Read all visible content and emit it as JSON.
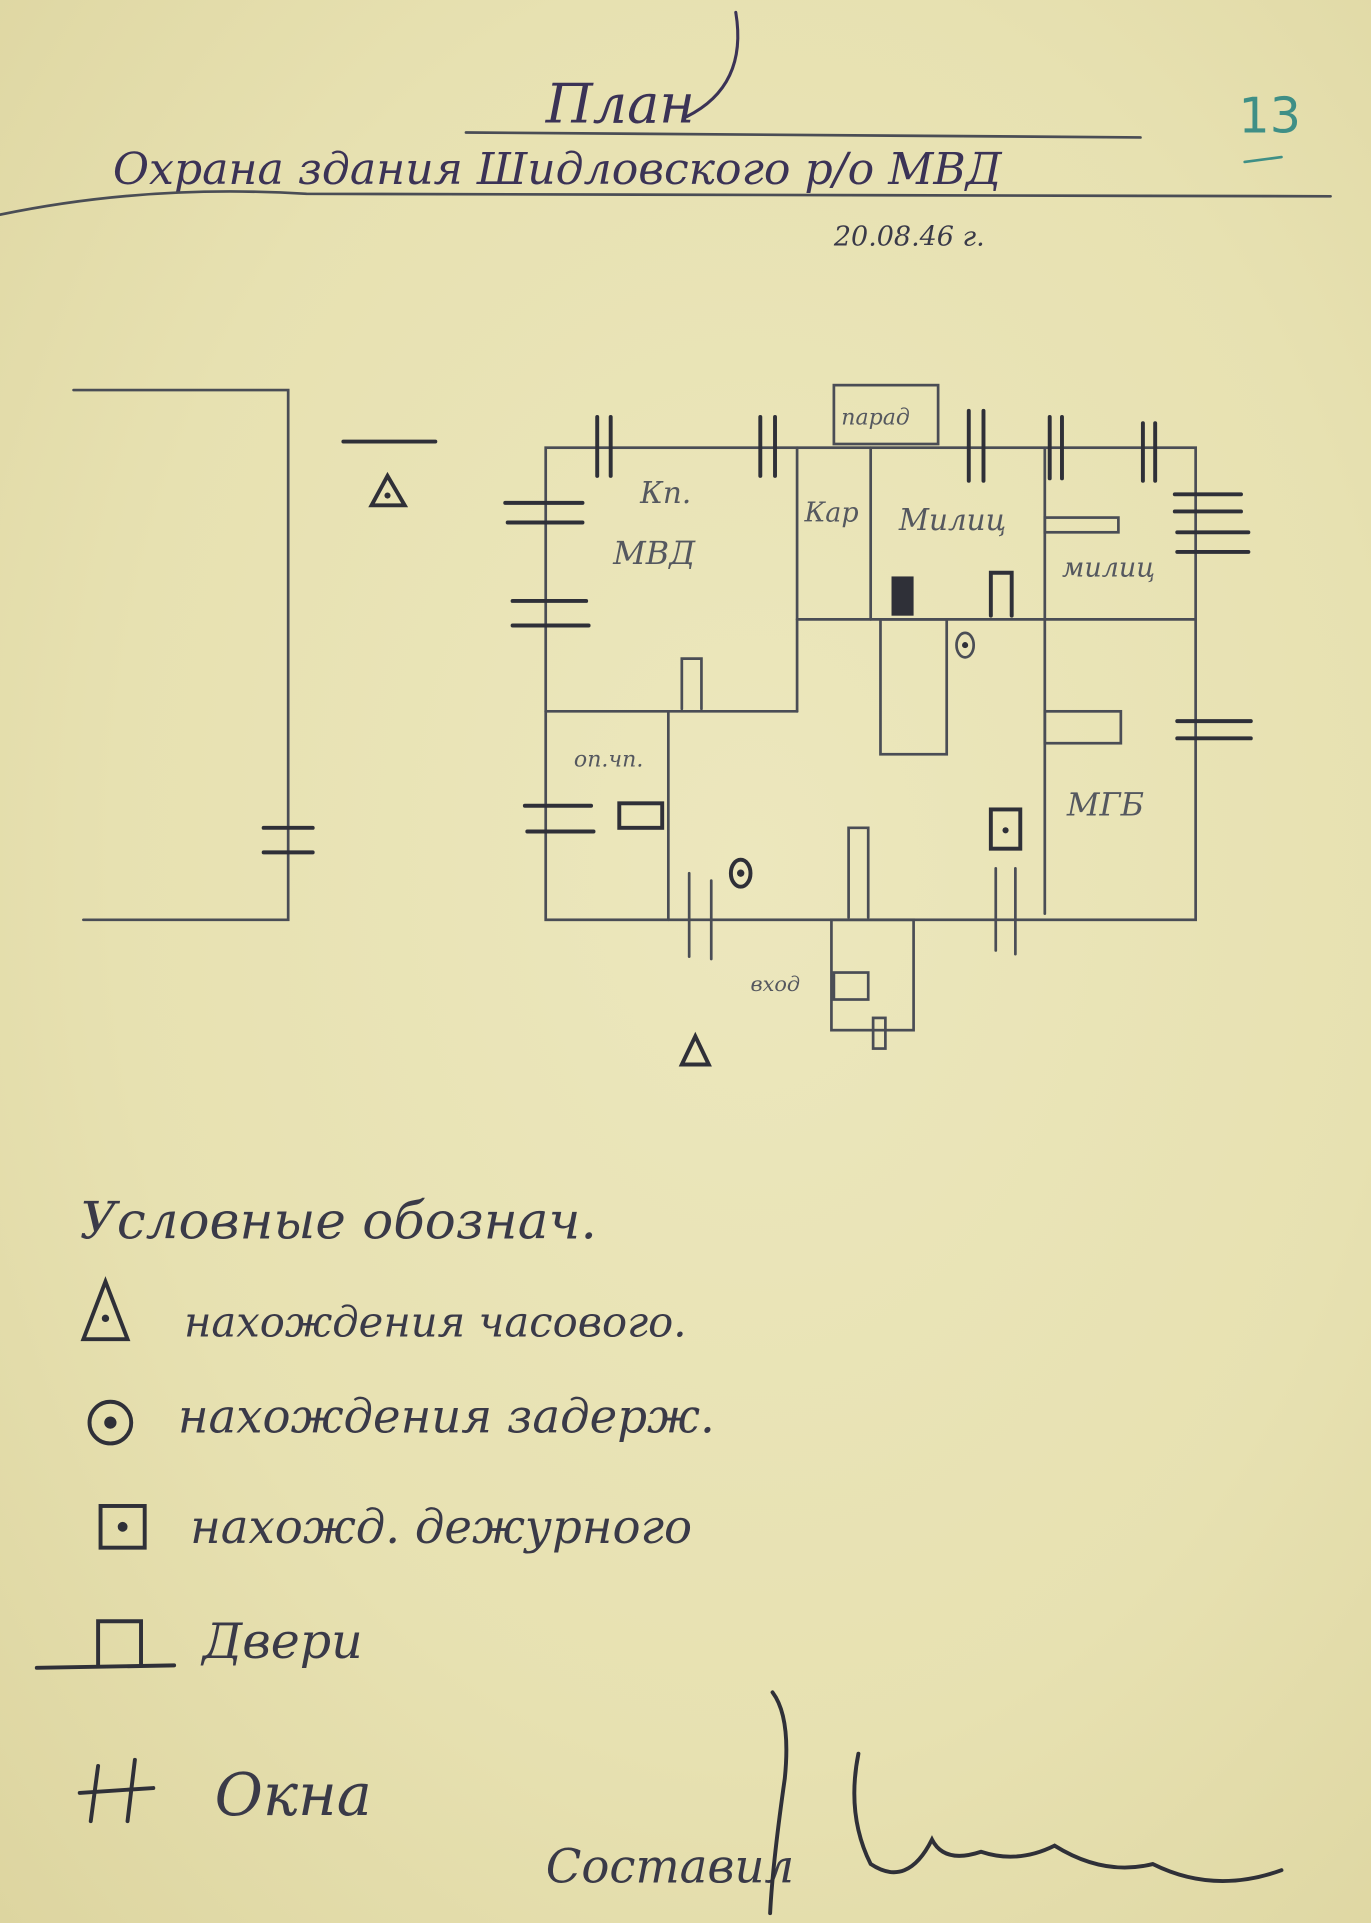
{
  "document": {
    "page_number": "13",
    "heading": "План",
    "subtitle": "Охрана здания Шидловского р/о МВД",
    "date": "20.08.46 г."
  },
  "plan": {
    "rooms": {
      "kp_mvd_line1": "Кп.",
      "kp_mvd_line2": "МВД",
      "kar": "Кар",
      "milic": "Милиц",
      "milic2": "милиц",
      "op_chp": "оп.чп.",
      "mgb": "МГБ",
      "parad": "парад",
      "vhod": "вход"
    }
  },
  "legend": {
    "title": "Условные обознач.",
    "items": [
      {
        "symbol": "triangle-dot-icon",
        "label": "нахождения часового."
      },
      {
        "symbol": "circle-dot-icon",
        "label": "нахождения задерж."
      },
      {
        "symbol": "square-dot-icon",
        "label": "нахожд. дежурного"
      },
      {
        "symbol": "door-icon",
        "label": "Двери"
      },
      {
        "symbol": "window-icon",
        "label": "Окна"
      }
    ]
  },
  "footer": {
    "compiled_by_label": "Составил",
    "signature": "signature"
  },
  "colors": {
    "paper": "#e9e3b4",
    "pencil": "#4a4d55",
    "page_number": "#3f8f86"
  }
}
